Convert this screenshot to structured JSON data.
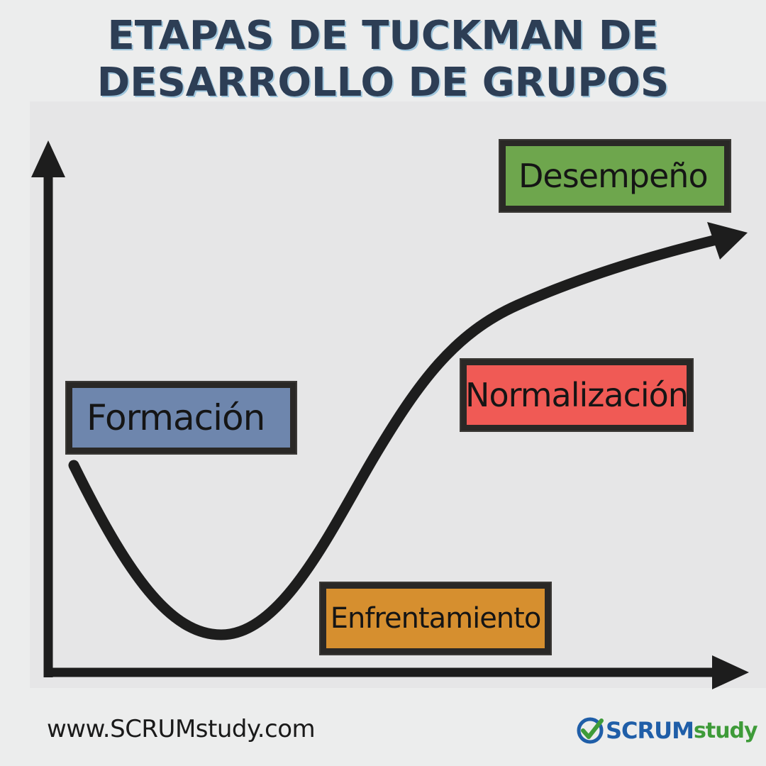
{
  "title": {
    "line1": "ETAPAS DE TUCKMAN DE",
    "line2": "DESARROLLO DE GRUPOS"
  },
  "stages": {
    "formacion": "Formación",
    "enfrentamiento": "Enfrentamiento",
    "normalizacion": "Normalización",
    "desempeno": "Desempeño"
  },
  "footer": {
    "url": "www.SCRUMstudy.com",
    "logo_word1": "SCRUM",
    "logo_word2": "study"
  },
  "colors": {
    "title": "#2d3e55",
    "formacion": "#6e86ad",
    "enfrentamiento": "#d68f2f",
    "normalizacion": "#f05a55",
    "desempeno": "#6ea64d"
  }
}
